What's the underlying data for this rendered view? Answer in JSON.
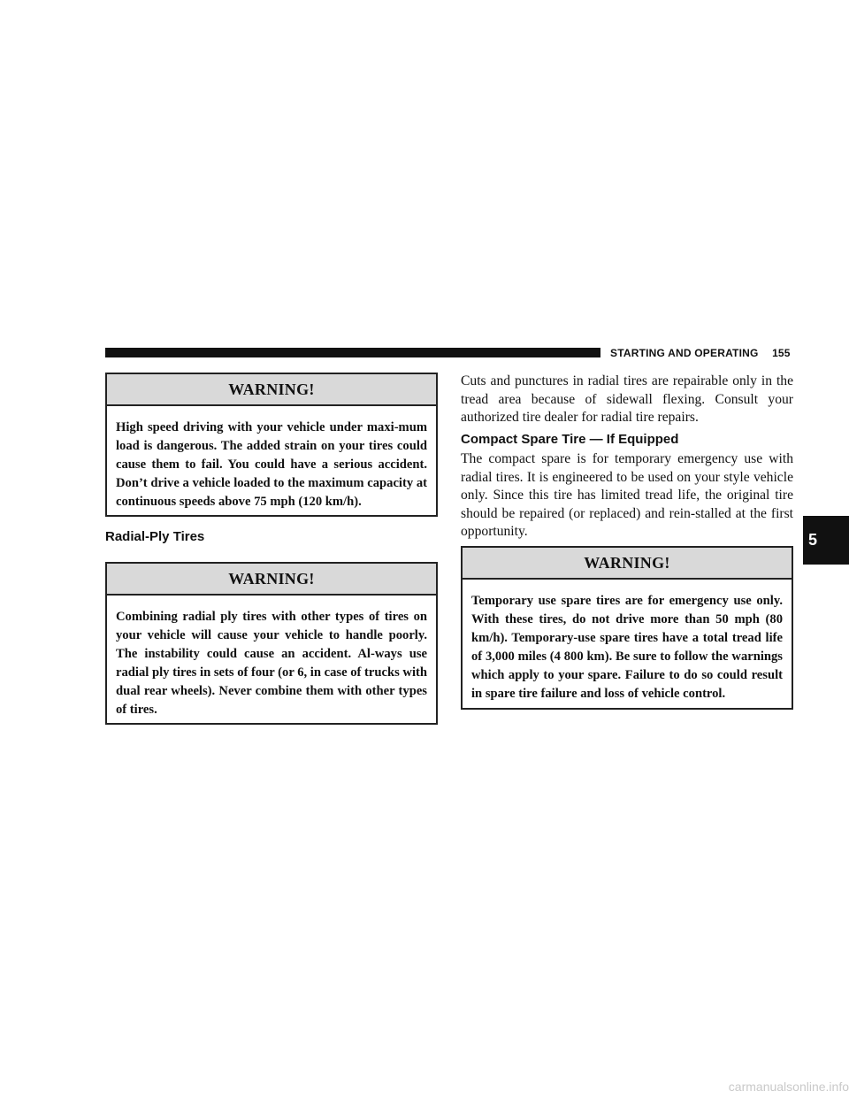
{
  "header": {
    "section": "STARTING AND OPERATING",
    "page_number": "155"
  },
  "left_column": {
    "warning1": {
      "title": "WARNING!",
      "body": "High speed driving with your vehicle under maxi-mum load is dangerous. The added strain on your tires could cause them to fail. You could have a serious accident. Don’t drive a vehicle loaded to the maximum capacity at continuous speeds above 75 mph (120 km/h)."
    },
    "heading": "Radial-Ply Tires",
    "warning2": {
      "title": "WARNING!",
      "body": "Combining radial ply tires with other types of tires on your vehicle will cause your vehicle to handle poorly. The instability could cause an accident. Al-ways use radial ply tires in sets of four (or 6, in case of trucks with dual rear wheels). Never combine them with other types of tires."
    }
  },
  "right_column": {
    "paragraph1": "Cuts and punctures in radial tires are repairable only in the tread area because of sidewall flexing. Consult your authorized tire dealer for radial tire repairs.",
    "heading": "Compact Spare Tire — If Equipped",
    "paragraph2": "The compact spare is for temporary emergency use with radial tires. It is engineered to be used on your style vehicle only. Since this tire has limited tread life, the original tire should be repaired (or replaced) and rein-stalled at the first opportunity.",
    "warning3": {
      "title": "WARNING!",
      "body": "Temporary use spare tires are for emergency use only. With these tires, do not drive more than 50 mph (80 km/h). Temporary-use spare tires have a total tread life of 3,000 miles (4 800 km). Be sure to follow the warnings which apply to your spare. Failure to do so could result in spare tire failure and loss of vehicle control."
    }
  },
  "chapter_tab": "5",
  "watermark": "carmanualsonline.info"
}
